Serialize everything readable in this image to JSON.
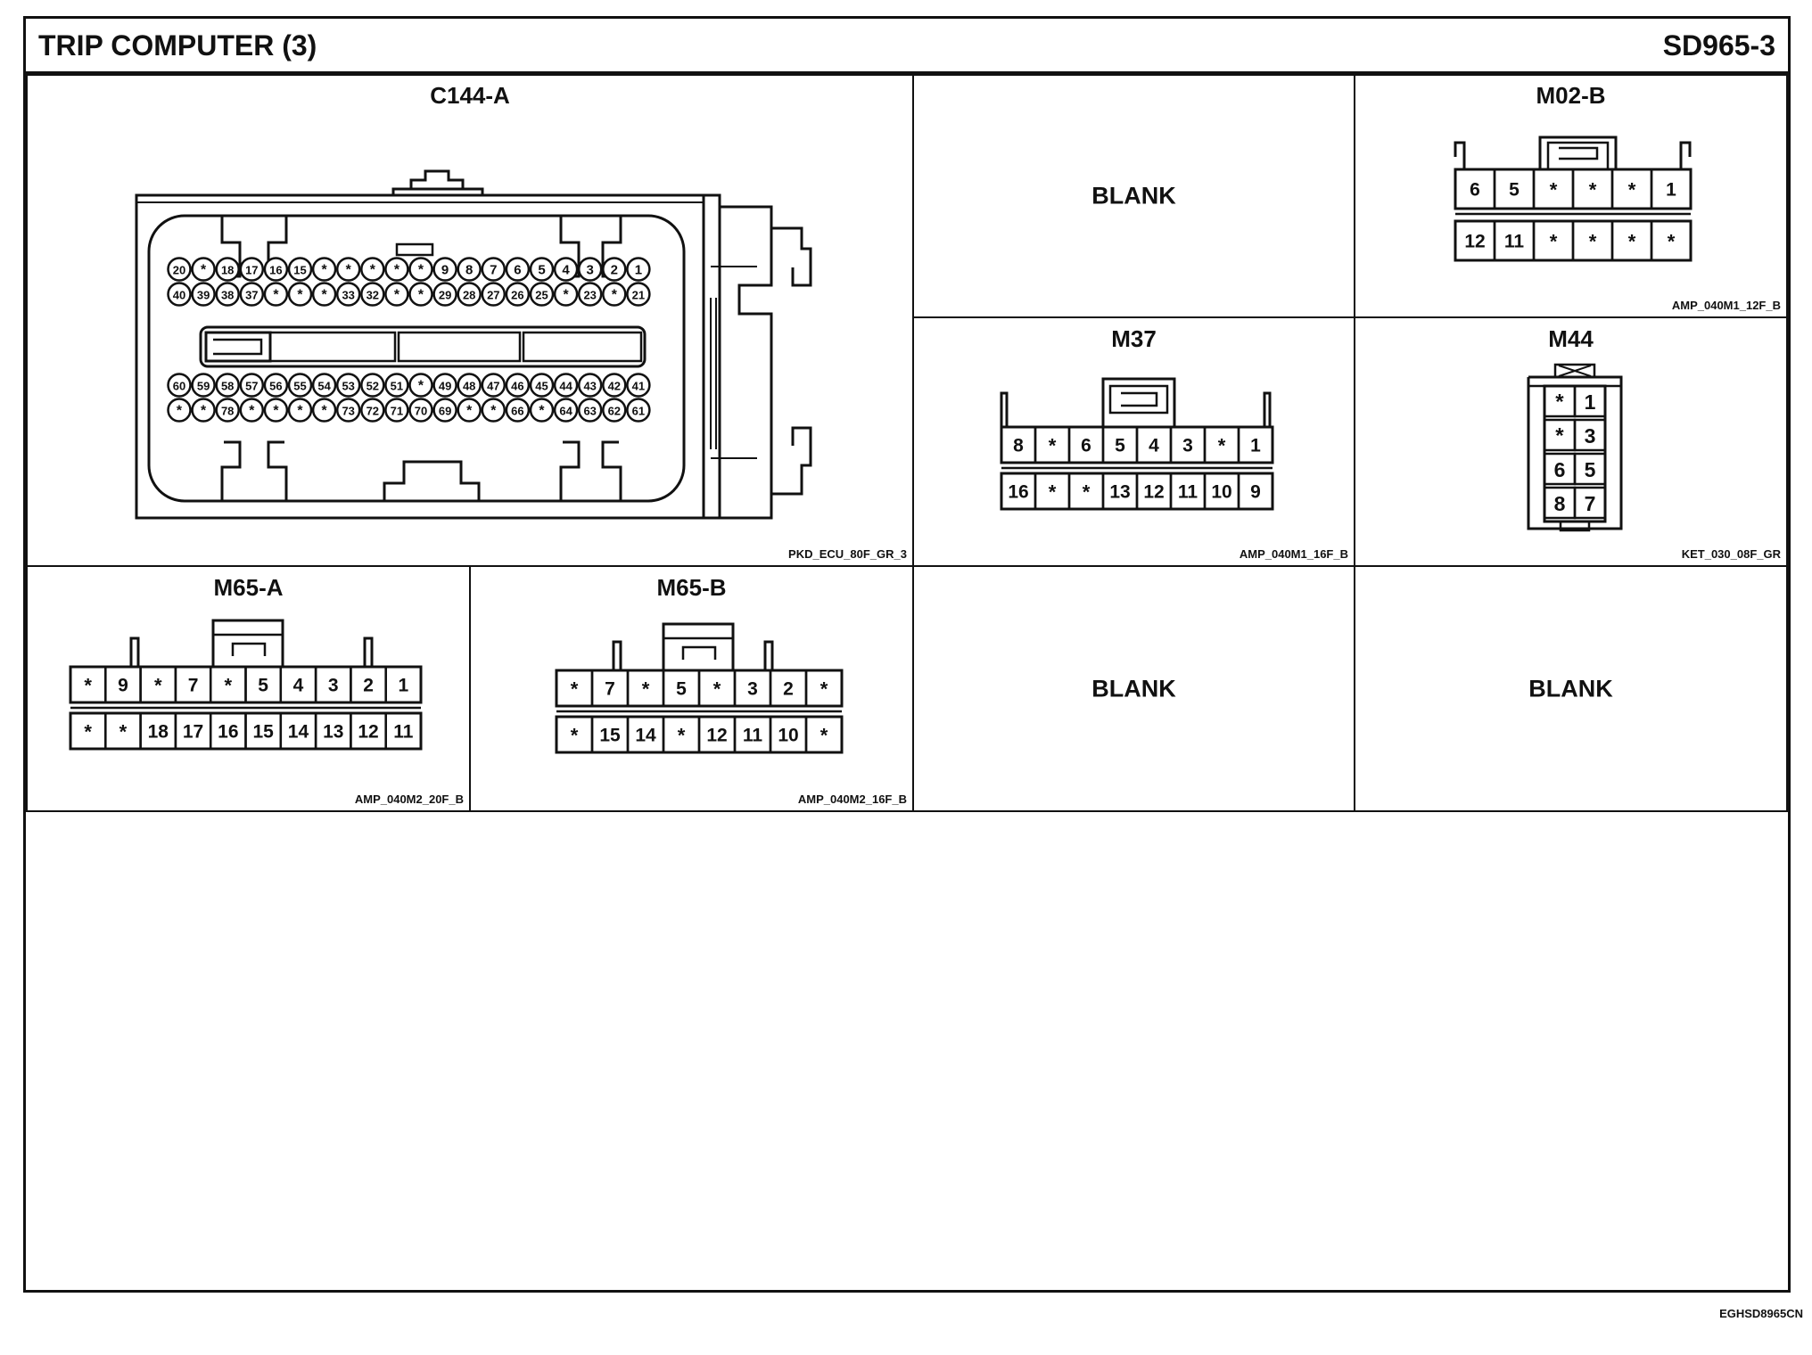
{
  "header": {
    "title": "TRIP COMPUTER (3)",
    "code": "SD965-3"
  },
  "footer": {
    "doc_id": "EGHSD8965CN"
  },
  "connectors": {
    "c144a": {
      "name": "C144-A",
      "type": "PKD_ECU_80F_GR_3",
      "rows": [
        [
          "20",
          "*",
          "18",
          "17",
          "16",
          "15",
          "*",
          "*",
          "*",
          "*",
          "*",
          "9",
          "8",
          "7",
          "6",
          "5",
          "4",
          "3",
          "2",
          "1"
        ],
        [
          "40",
          "39",
          "38",
          "37",
          "*",
          "*",
          "*",
          "33",
          "32",
          "*",
          "*",
          "29",
          "28",
          "27",
          "26",
          "25",
          "*",
          "23",
          "*",
          "21"
        ],
        [
          "60",
          "59",
          "58",
          "57",
          "56",
          "55",
          "54",
          "53",
          "52",
          "51",
          "*",
          "49",
          "48",
          "47",
          "46",
          "45",
          "44",
          "43",
          "42",
          "41"
        ],
        [
          "*",
          "*",
          "78",
          "*",
          "*",
          "*",
          "*",
          "73",
          "72",
          "71",
          "70",
          "69",
          "*",
          "*",
          "66",
          "*",
          "64",
          "63",
          "62",
          "61"
        ]
      ]
    },
    "m02b": {
      "name": "M02-B",
      "type": "AMP_040M1_12F_B",
      "rows": [
        [
          "6",
          "5",
          "*",
          "*",
          "*",
          "1"
        ],
        [
          "12",
          "11",
          "*",
          "*",
          "*",
          "*"
        ]
      ]
    },
    "m37": {
      "name": "M37",
      "type": "AMP_040M1_16F_B",
      "rows": [
        [
          "8",
          "*",
          "6",
          "5",
          "4",
          "3",
          "*",
          "1"
        ],
        [
          "16",
          "*",
          "*",
          "13",
          "12",
          "11",
          "10",
          "9"
        ]
      ]
    },
    "m44": {
      "name": "M44",
      "type": "KET_030_08F_GR",
      "rows": [
        [
          "*",
          "1"
        ],
        [
          "*",
          "3"
        ],
        [
          "6",
          "5"
        ],
        [
          "8",
          "7"
        ]
      ]
    },
    "m65a": {
      "name": "M65-A",
      "type": "AMP_040M2_20F_B",
      "rows": [
        [
          "*",
          "9",
          "*",
          "7",
          "*",
          "5",
          "4",
          "3",
          "2",
          "1"
        ],
        [
          "*",
          "*",
          "18",
          "17",
          "16",
          "15",
          "14",
          "13",
          "12",
          "11"
        ]
      ]
    },
    "m65b": {
      "name": "M65-B",
      "type": "AMP_040M2_16F_B",
      "rows": [
        [
          "*",
          "7",
          "*",
          "5",
          "*",
          "3",
          "2",
          "*"
        ],
        [
          "*",
          "15",
          "14",
          "*",
          "12",
          "11",
          "10",
          "*"
        ]
      ]
    }
  },
  "blanks": {
    "b1": "BLANK",
    "b2": "BLANK",
    "b3": "BLANK"
  }
}
